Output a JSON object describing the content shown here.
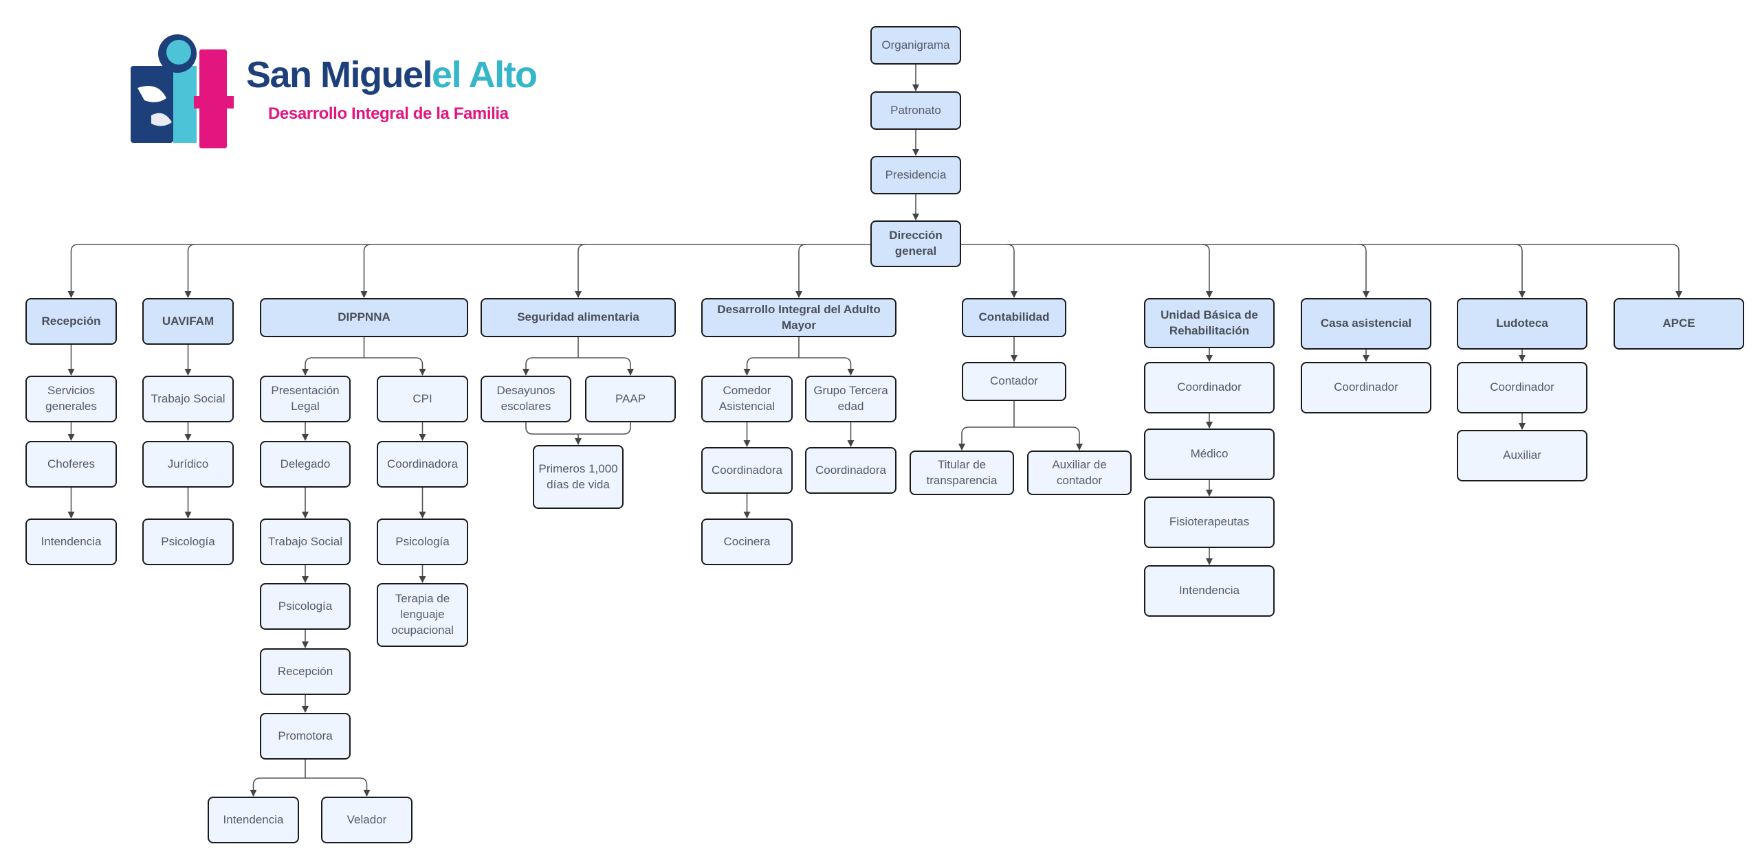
{
  "logo": {
    "name_part1": "San Miguel",
    "name_part2": "el Alto",
    "tagline": "Desarrollo Integral de la Familia",
    "colors": {
      "navy": "#1d3f7a",
      "teal": "#35b6c9",
      "magenta": "#e3157f",
      "cyan_light": "#4cc3d6"
    }
  },
  "colors": {
    "department_fill": "#d2e3fc",
    "node_fill": "#eef5ff",
    "border": "#1a1a1a",
    "connector": "#555555"
  },
  "chart_nodes": {
    "organigrama": "Organigrama",
    "patronato": "Patronato",
    "presidencia": "Presidencia",
    "direccion": "Dirección general",
    "recepcion": "Recepción",
    "servicios": "Servicios generales",
    "choferes": "Choferes",
    "intendencia_rec": "Intendencia",
    "uavifam": "UAVIFAM",
    "trabajo_uav": "Trabajo Social",
    "juridico": "Jurídico",
    "psicologia_uav": "Psicología",
    "dippnna": "DIPPNNA",
    "presentacion": "Presentación Legal",
    "delegado": "Delegado",
    "trabajo_dip": "Trabajo Social",
    "psicologia_dip": "Psicología",
    "recepcion_dip": "Recepción",
    "promotora": "Promotora",
    "intendencia_dip": "Intendencia",
    "velador": "Velador",
    "cpi": "CPI",
    "coordinadora_cpi": "Coordinadora",
    "psicologia_cpi": "Psicología",
    "terapia": "Terapia de lenguaje ocupacional",
    "seguridad": "Seguridad alimentaria",
    "desayunos": "Desayunos escolares",
    "paap": "PAAP",
    "primeros": "Primeros 1,000 días de vida",
    "adulto": "Desarrollo Integral del Adulto Mayor",
    "comedor": "Comedor Asistencial",
    "coordinadora_com": "Coordinadora",
    "cocinera": "Cocinera",
    "grupo": "Grupo Tercera edad",
    "coordinadora_gru": "Coordinadora",
    "contabilidad": "Contabilidad",
    "contador": "Contador",
    "titular": "Titular de transparencia",
    "auxiliar_cont": "Auxiliar de contador",
    "ubr": "Unidad Básica de Rehabilitación",
    "coordinador_ubr": "Coordinador",
    "medico": "Médico",
    "fisio": "Fisioterapeutas",
    "intendencia_ubr": "Intendencia",
    "casa": "Casa asistencial",
    "coordinador_casa": "Coordinador",
    "ludoteca": "Ludoteca",
    "coordinador_lud": "Coordinador",
    "auxiliar_lud": "Auxiliar",
    "apce": "APCE"
  }
}
